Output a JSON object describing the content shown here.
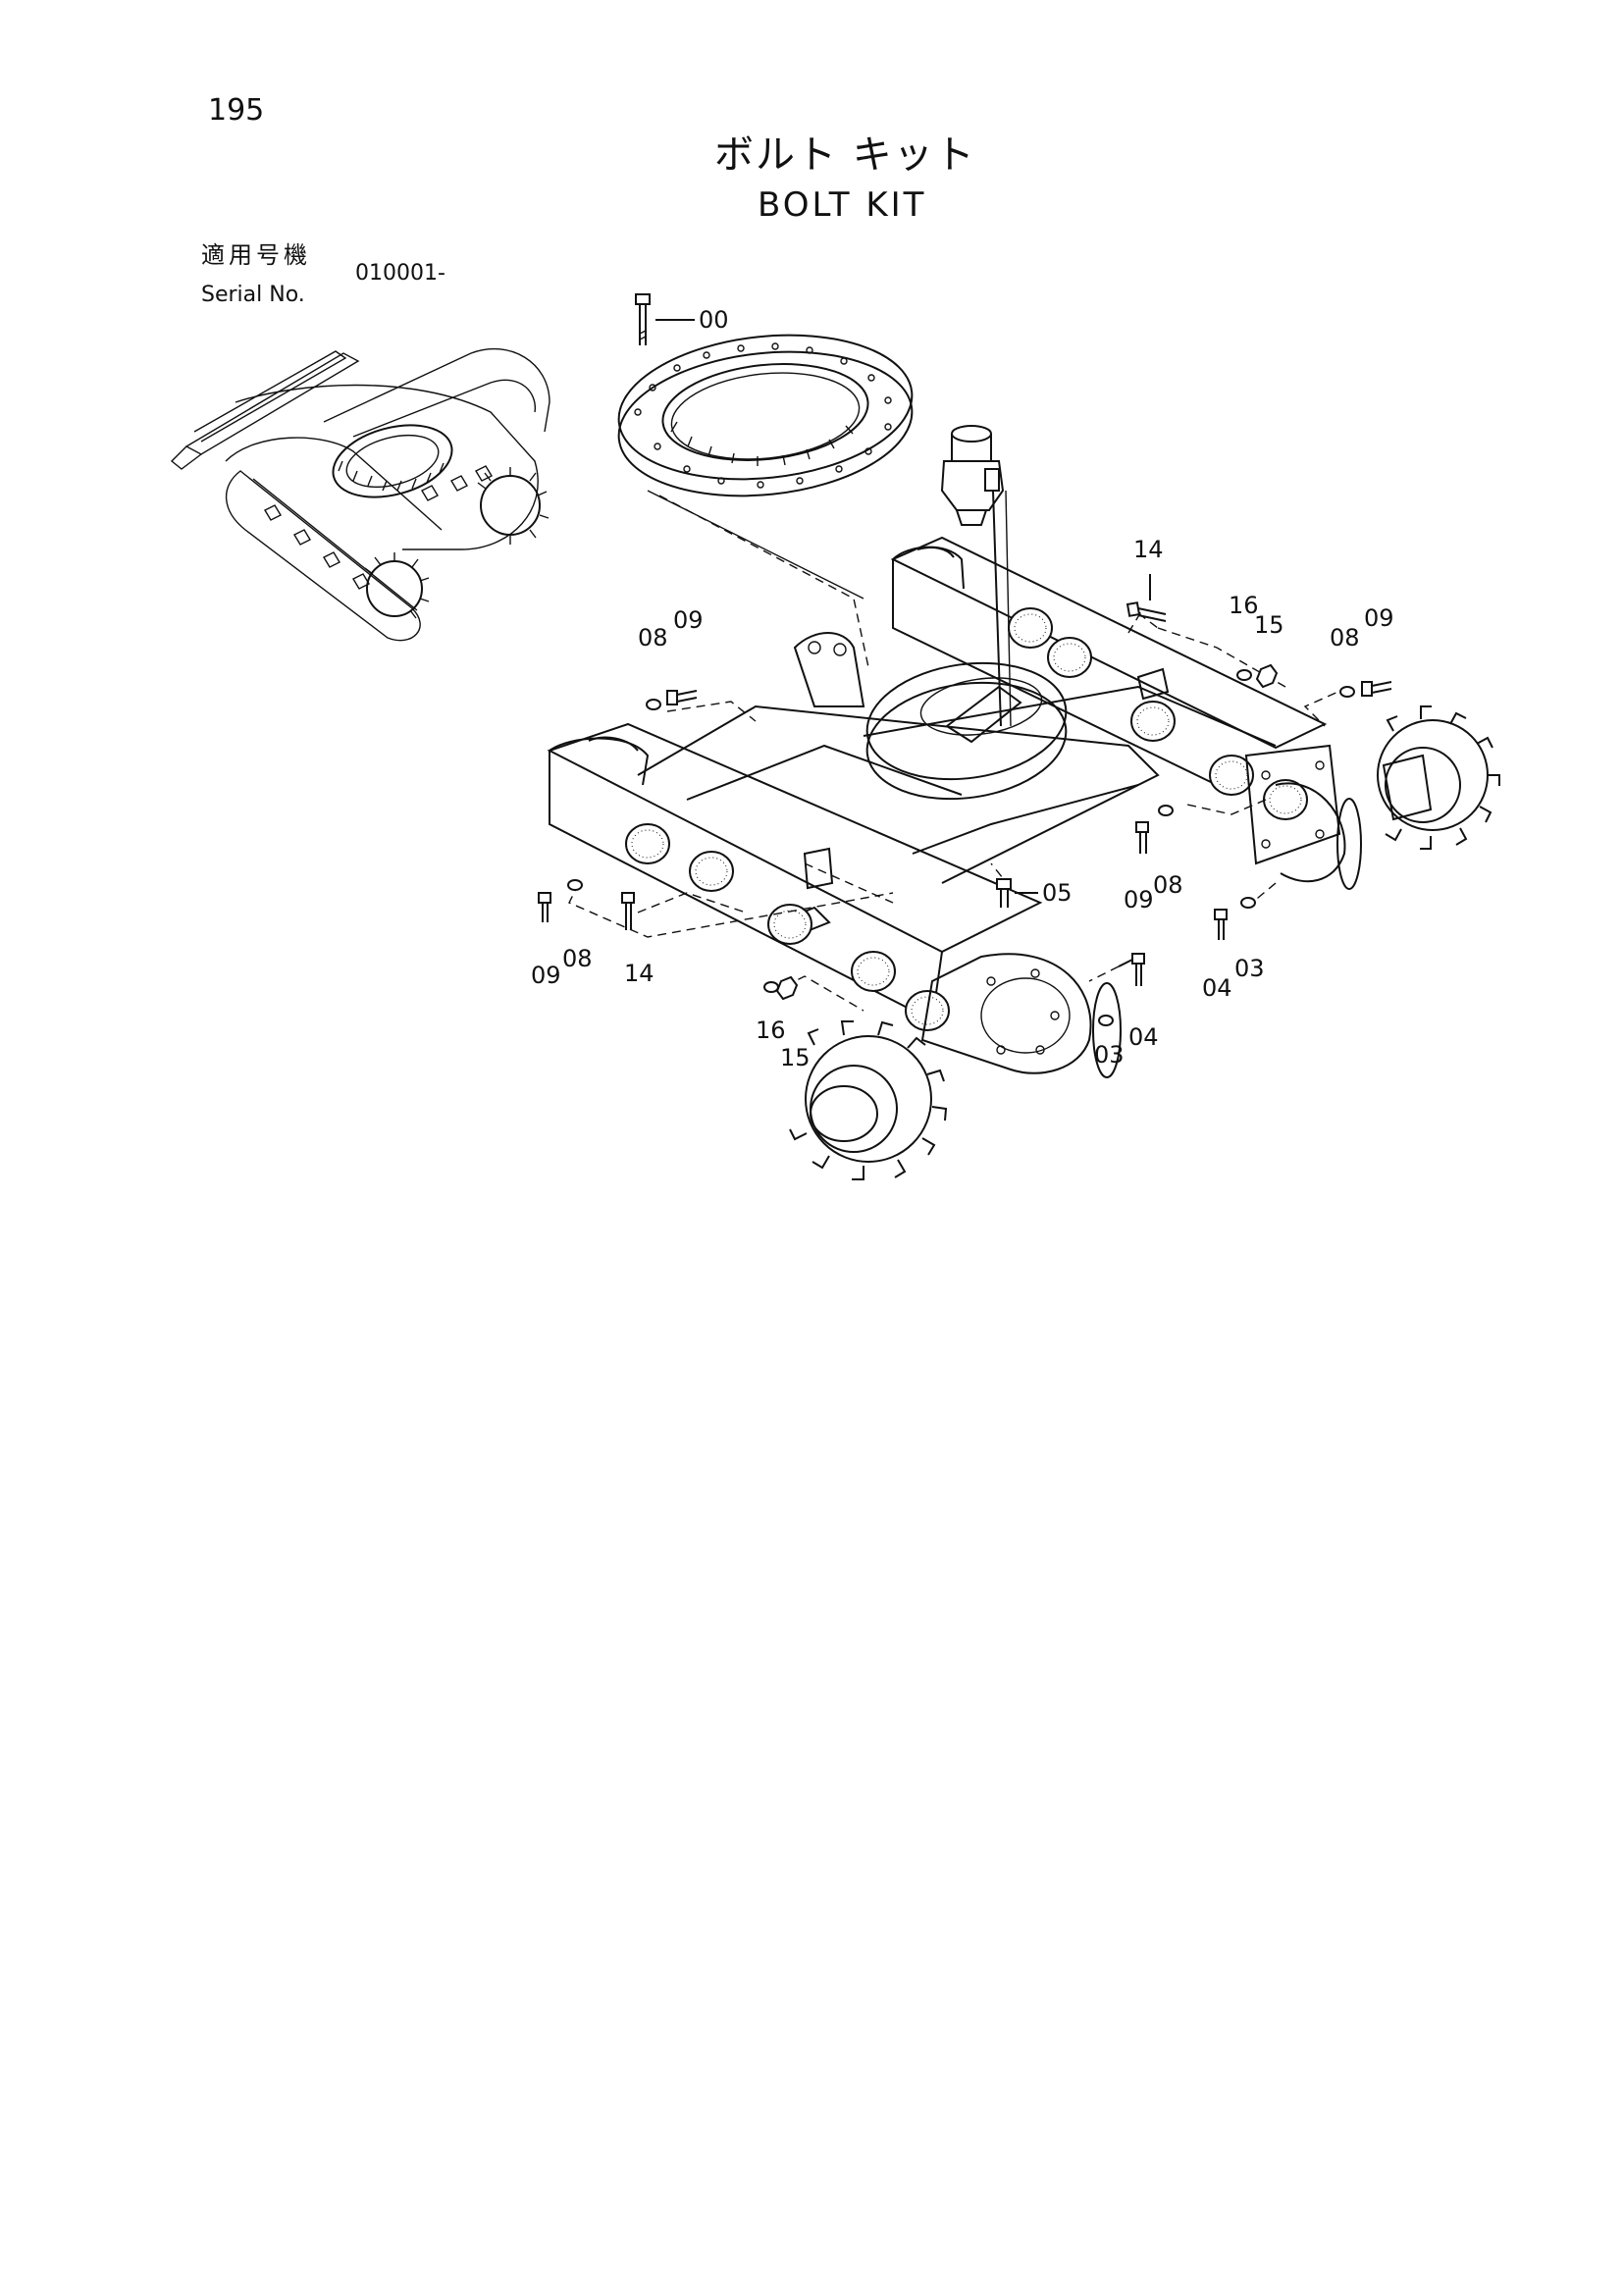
{
  "page_number": "195",
  "title_jp": "ボルト キット",
  "title_en": "BOLT KIT",
  "serial": {
    "label_jp": "適用号機",
    "label_en": "Serial No.",
    "value": "010001-"
  },
  "callouts": [
    {
      "id": "c00",
      "text": "00"
    },
    {
      "id": "c14a",
      "text": "14"
    },
    {
      "id": "c16a",
      "text": "16"
    },
    {
      "id": "c15a",
      "text": "15"
    },
    {
      "id": "c08a",
      "text": "08"
    },
    {
      "id": "c09a",
      "text": "09"
    },
    {
      "id": "c08b",
      "text": "08"
    },
    {
      "id": "c09b",
      "text": "09"
    },
    {
      "id": "c09c",
      "text": "09"
    },
    {
      "id": "c08c",
      "text": "08"
    },
    {
      "id": "c05",
      "text": "05"
    },
    {
      "id": "c04a",
      "text": "04"
    },
    {
      "id": "c03a",
      "text": "03"
    },
    {
      "id": "c09d",
      "text": "09"
    },
    {
      "id": "c08d",
      "text": "08"
    },
    {
      "id": "c14b",
      "text": "14"
    },
    {
      "id": "c16b",
      "text": "16"
    },
    {
      "id": "c15b",
      "text": "15"
    },
    {
      "id": "c03b",
      "text": "03"
    },
    {
      "id": "c04b",
      "text": "04"
    }
  ]
}
